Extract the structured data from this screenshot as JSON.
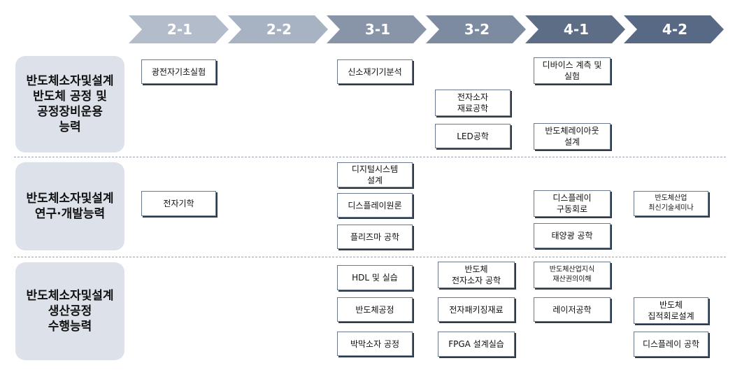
{
  "semesters": [
    {
      "label": "2-1",
      "color": "#b3bcca"
    },
    {
      "label": "2-2",
      "color": "#a7b2c2"
    },
    {
      "label": "3-1",
      "color": "#8895a9"
    },
    {
      "label": "3-2",
      "color": "#7d8ba1"
    },
    {
      "label": "4-1",
      "color": "#5d6d86"
    },
    {
      "label": "4-2",
      "color": "#586985"
    }
  ],
  "categories": [
    {
      "label": "반도체소자및설계\n반도체 공정 및\n공정장비운용\n능력"
    },
    {
      "label": "반도체소자및설계\n연구·개발능력"
    },
    {
      "label": "반도체소자및설계\n생산공정\n수행능력"
    }
  ],
  "courses": {
    "c1": "광전자기초실험",
    "c2": "신소재기기분석",
    "c3": "디바이스 계측 및\n실험",
    "c4": "전자소자\n재료공학",
    "c5": "LED공학",
    "c6": "반도체레이아웃\n설계",
    "c7": "디지털시스템\n설계",
    "c8": "전자기학",
    "c9": "디스플레이원론",
    "c10": "디스플레이\n구동회로",
    "c11": "반도체산업\n최신기술세미나",
    "c12": "플리즈마 공학",
    "c13": "태양광 공학",
    "c14": "HDL 및 실습",
    "c15": "반도체\n전자소자 공학",
    "c16": "반도체산업지식\n재산권의이해",
    "c17": "반도체공정",
    "c18": "전자패키징재료",
    "c19": "레이저공학",
    "c20": "반도체\n집적회로설계",
    "c21": "박막소자 공정",
    "c22": "FPGA 설계실습",
    "c23": "디스플레이 공학"
  }
}
